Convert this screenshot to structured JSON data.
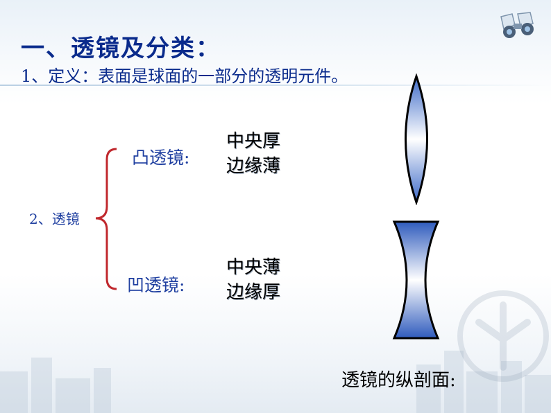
{
  "heading": "一、透镜及分类：",
  "definition": "1、定义：表面是球面的一部分的透明元件。",
  "lens_item": "2、透镜",
  "convex": {
    "label": "凸透镜:",
    "prop1": "中央厚",
    "prop2": "边缘薄"
  },
  "concave": {
    "label": "凹透镜:",
    "prop1": "中央薄",
    "prop2": "边缘厚"
  },
  "caption": "透镜的纵剖面:",
  "colors": {
    "title": "#0a2b8c",
    "label": "#1f3fa0",
    "brace": "#c0282d",
    "lens": "#3b69c9"
  },
  "icons": [
    "binoculars-icon",
    "watermark-logo-icon"
  ]
}
